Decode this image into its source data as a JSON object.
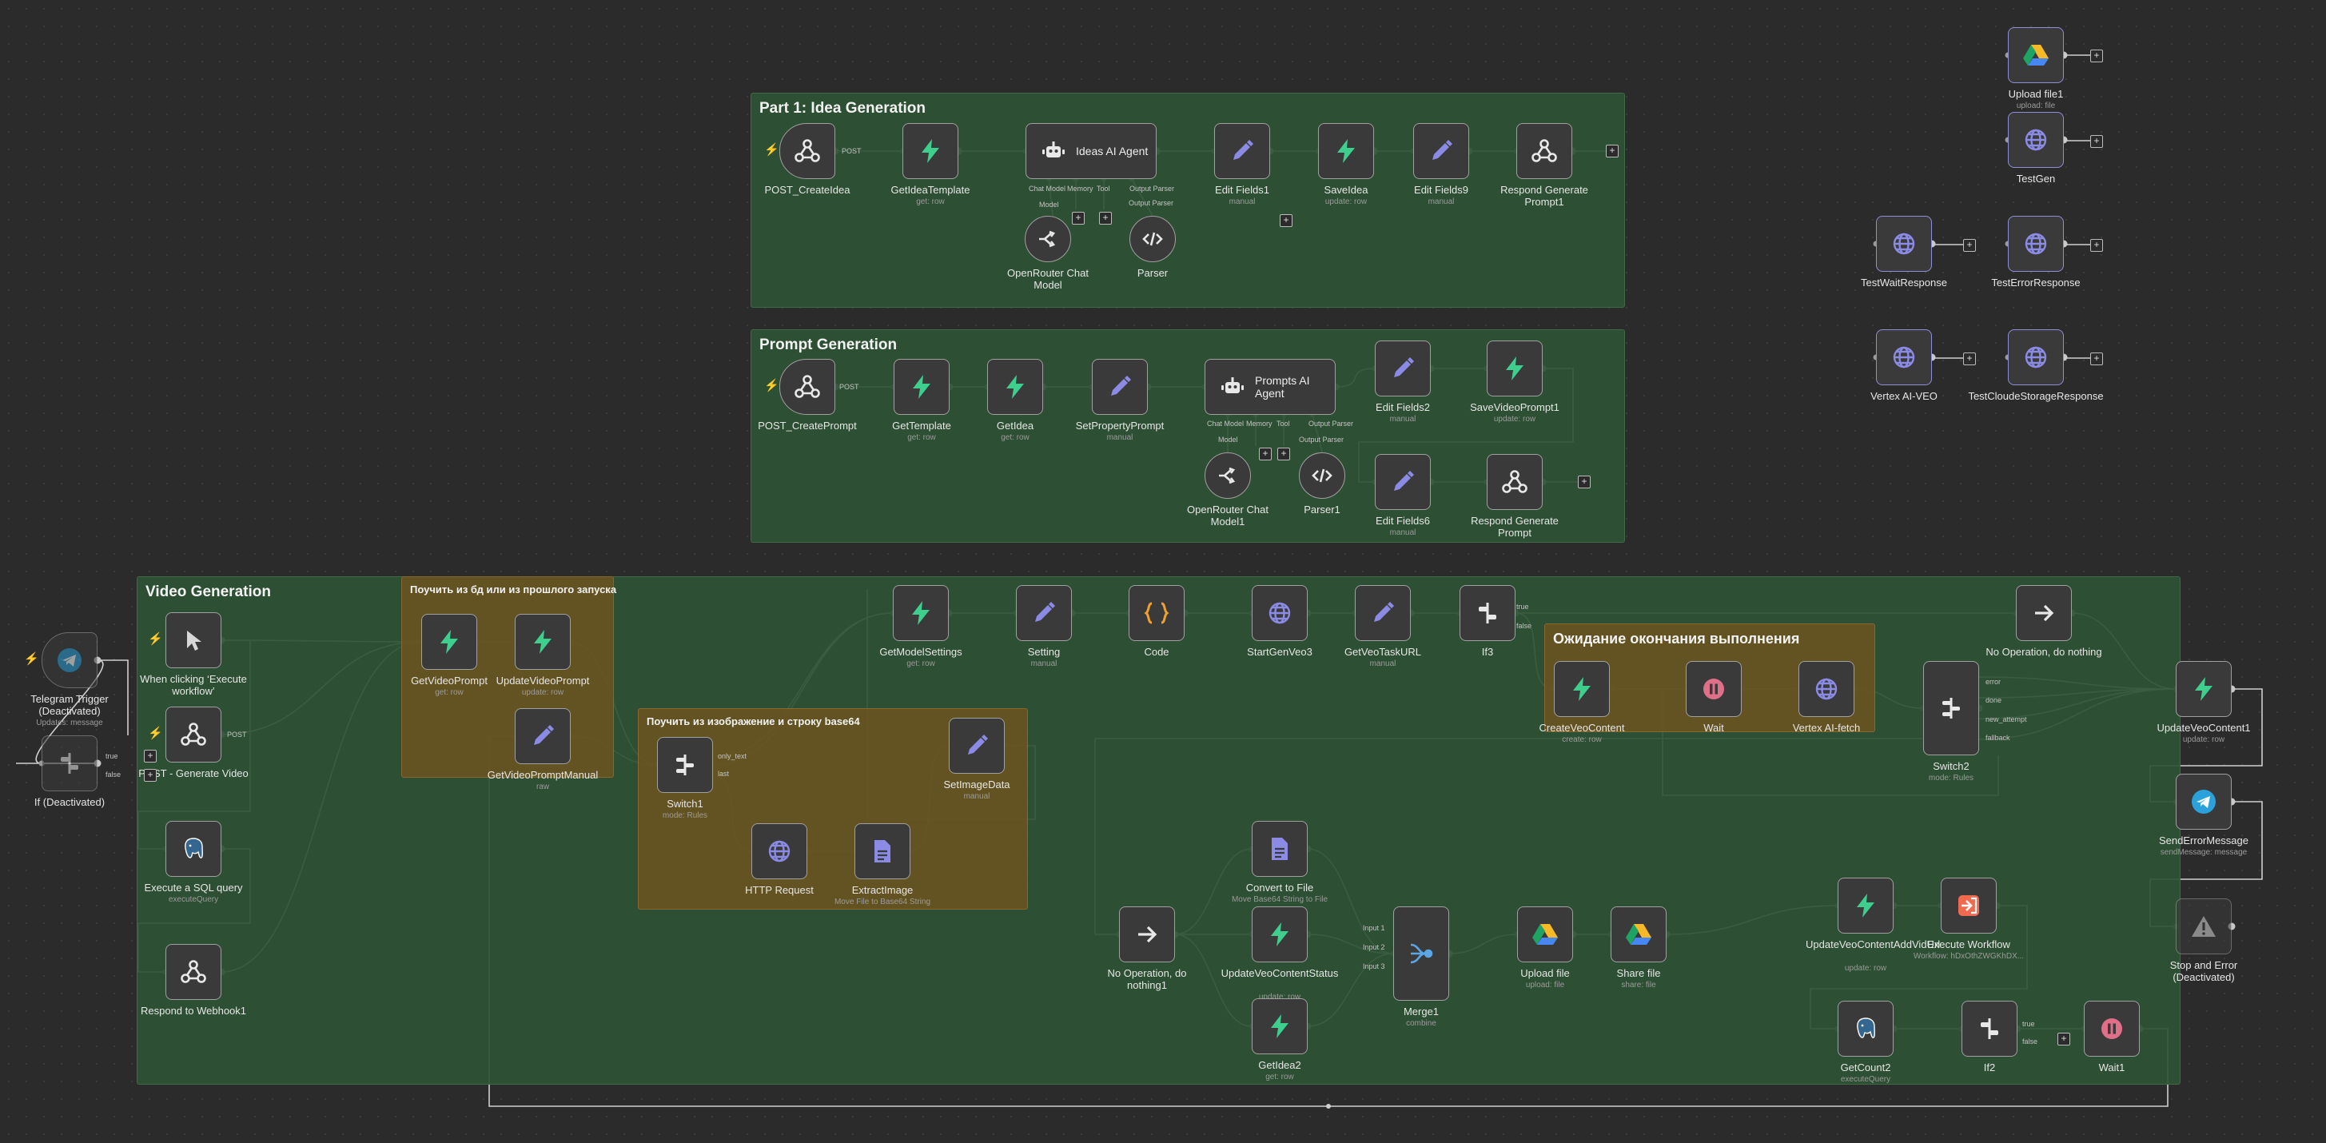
{
  "groups": [
    {
      "id": "g1",
      "title": "Part 1: Idea Generation"
    },
    {
      "id": "g2",
      "title": "Prompt Generation"
    },
    {
      "id": "g3",
      "title": "Video Generation"
    },
    {
      "id": "g4",
      "title": "Поучить из бд или из прошлого запуска"
    },
    {
      "id": "g5",
      "title": "Поучить из изображение и строку base64"
    },
    {
      "id": "g6",
      "title": "Ожидание окончания выполнения"
    }
  ],
  "nodes": [
    {
      "id": "n1",
      "label": "POST_CreateIdea",
      "sub": "",
      "icon": "webhook"
    },
    {
      "id": "n2",
      "label": "GetIdeaTemplate",
      "sub": "get: row",
      "icon": "supabase"
    },
    {
      "id": "n3",
      "label": "Ideas AI Agent",
      "sub": "",
      "icon": "robot"
    },
    {
      "id": "n4",
      "label": "Edit Fields1",
      "sub": "manual",
      "icon": "pencil"
    },
    {
      "id": "n5",
      "label": "SaveIdea",
      "sub": "update: row",
      "icon": "supabase"
    },
    {
      "id": "n6",
      "label": "Edit Fields9",
      "sub": "manual",
      "icon": "pencil"
    },
    {
      "id": "n7",
      "label": "Respond Generate Prompt1",
      "sub": "",
      "icon": "webhook"
    },
    {
      "id": "n8",
      "label": "OpenRouter Chat Model",
      "sub": "",
      "icon": "openrouter"
    },
    {
      "id": "n9",
      "label": "Parser",
      "sub": "",
      "icon": "code-tag"
    },
    {
      "id": "n10",
      "label": "POST_CreatePrompt",
      "sub": "",
      "icon": "webhook"
    },
    {
      "id": "n11",
      "label": "GetTemplate",
      "sub": "get: row",
      "icon": "supabase"
    },
    {
      "id": "n12",
      "label": "GetIdea",
      "sub": "get: row",
      "icon": "supabase"
    },
    {
      "id": "n13",
      "label": "SetPropertyPrompt",
      "sub": "manual",
      "icon": "pencil"
    },
    {
      "id": "n14",
      "label": "Prompts AI Agent",
      "sub": "",
      "icon": "robot"
    },
    {
      "id": "n15",
      "label": "Edit Fields2",
      "sub": "manual",
      "icon": "pencil"
    },
    {
      "id": "n16",
      "label": "SaveVideoPrompt1",
      "sub": "update: row",
      "icon": "supabase"
    },
    {
      "id": "n17",
      "label": "OpenRouter Chat Model1",
      "sub": "",
      "icon": "openrouter"
    },
    {
      "id": "n18",
      "label": "Parser1",
      "sub": "",
      "icon": "code-tag"
    },
    {
      "id": "n19",
      "label": "Edit Fields6",
      "sub": "manual",
      "icon": "pencil"
    },
    {
      "id": "n20",
      "label": "Respond Generate Prompt",
      "sub": "",
      "icon": "webhook"
    },
    {
      "id": "n21",
      "label": "Upload file1",
      "sub": "upload: file",
      "icon": "gdrive"
    },
    {
      "id": "n22",
      "label": "TestGen",
      "sub": "",
      "icon": "globe"
    },
    {
      "id": "n23",
      "label": "TestWaitResponse",
      "sub": "",
      "icon": "globe"
    },
    {
      "id": "n24",
      "label": "TestErrorResponse",
      "sub": "",
      "icon": "globe"
    },
    {
      "id": "n25",
      "label": "Vertex AI-VEO",
      "sub": "",
      "icon": "globe"
    },
    {
      "id": "n26",
      "label": "TestCloudeStorageResponse",
      "sub": "",
      "icon": "globe"
    },
    {
      "id": "n27",
      "label": "Telegram Trigger (Deactivated)",
      "sub": "Updates: message",
      "icon": "telegram"
    },
    {
      "id": "n28",
      "label": "If (Deactivated)",
      "sub": "",
      "icon": "if"
    },
    {
      "id": "n29",
      "label": "When clicking ‘Execute workflow’",
      "sub": "",
      "icon": "cursor"
    },
    {
      "id": "n30",
      "label": "POST - Generate Video",
      "sub": "",
      "icon": "webhook"
    },
    {
      "id": "n31",
      "label": "Execute a SQL query",
      "sub": "executeQuery",
      "icon": "postgres"
    },
    {
      "id": "n32",
      "label": "Respond to Webhook1",
      "sub": "",
      "icon": "webhook"
    },
    {
      "id": "n33",
      "label": "GetVideoPrompt",
      "sub": "get: row",
      "icon": "supabase"
    },
    {
      "id": "n34",
      "label": "UpdateVideoPrompt",
      "sub": "update: row",
      "icon": "supabase"
    },
    {
      "id": "n35",
      "label": "GetVideoPromptManual",
      "sub": "raw",
      "icon": "pencil"
    },
    {
      "id": "n36",
      "label": "Switch1",
      "sub": "mode: Rules",
      "icon": "switch"
    },
    {
      "id": "n37",
      "label": "HTTP Request",
      "sub": "",
      "icon": "globe"
    },
    {
      "id": "n38",
      "label": "ExtractImage",
      "sub": "Move File to Base64 String",
      "icon": "file"
    },
    {
      "id": "n39",
      "label": "SetImageData",
      "sub": "manual",
      "icon": "pencil"
    },
    {
      "id": "n40",
      "label": "GetModelSettings",
      "sub": "get: row",
      "icon": "supabase"
    },
    {
      "id": "n41",
      "label": "Setting",
      "sub": "manual",
      "icon": "pencil"
    },
    {
      "id": "n42",
      "label": "Code",
      "sub": "",
      "icon": "code"
    },
    {
      "id": "n43",
      "label": "StartGenVeo3",
      "sub": "",
      "icon": "globe"
    },
    {
      "id": "n44",
      "label": "GetVeoTaskURL",
      "sub": "manual",
      "icon": "pencil"
    },
    {
      "id": "n45",
      "label": "If3",
      "sub": "",
      "icon": "if"
    },
    {
      "id": "n46",
      "label": "No Operation, do nothing",
      "sub": "",
      "icon": "arrow"
    },
    {
      "id": "n47",
      "label": "CreateVeoContent",
      "sub": "create: row",
      "icon": "supabase"
    },
    {
      "id": "n48",
      "label": "Wait",
      "sub": "",
      "icon": "pause"
    },
    {
      "id": "n49",
      "label": "Vertex AI-fetch",
      "sub": "",
      "icon": "globe"
    },
    {
      "id": "n50",
      "label": "Switch2",
      "sub": "mode: Rules",
      "icon": "switch"
    },
    {
      "id": "n51",
      "label": "UpdateVeoContent1",
      "sub": "update: row",
      "icon": "supabase"
    },
    {
      "id": "n52",
      "label": "SendErrorMessage",
      "sub": "sendMessage: message",
      "icon": "telegram"
    },
    {
      "id": "n53",
      "label": "Stop and Error (Deactivated)",
      "sub": "",
      "icon": "warning"
    },
    {
      "id": "n54",
      "label": "No Operation, do nothing1",
      "sub": "",
      "icon": "arrow"
    },
    {
      "id": "n55",
      "label": "Convert to File",
      "sub": "Move Base64 String to File",
      "icon": "file"
    },
    {
      "id": "n56",
      "label": "UpdateVeoContentStatus",
      "sub": "update: row",
      "icon": "supabase"
    },
    {
      "id": "n57",
      "label": "GetIdea2",
      "sub": "get: row",
      "icon": "supabase"
    },
    {
      "id": "n58",
      "label": "Merge1",
      "sub": "combine",
      "icon": "merge"
    },
    {
      "id": "n59",
      "label": "Upload file",
      "sub": "upload: file",
      "icon": "gdrive"
    },
    {
      "id": "n60",
      "label": "Share file",
      "sub": "share: file",
      "icon": "gdrive"
    },
    {
      "id": "n61",
      "label": "UpdateVeoContentAddVidUrl",
      "sub": "update: row",
      "icon": "supabase"
    },
    {
      "id": "n62",
      "label": "Execute Workflow",
      "sub": "Workflow: hDxOthZWGKhDX...",
      "icon": "exec"
    },
    {
      "id": "n63",
      "label": "GetCount2",
      "sub": "executeQuery",
      "icon": "postgres"
    },
    {
      "id": "n64",
      "label": "If2",
      "sub": "",
      "icon": "if"
    },
    {
      "id": "n65",
      "label": "Wait1",
      "sub": "",
      "icon": "pause"
    }
  ],
  "port_labels": {
    "post": "POST",
    "chat_model": "Chat Model",
    "model": "Model",
    "memory": "Memory",
    "tool": "Tool",
    "output_parser": "Output Parser",
    "true": "true",
    "false": "false",
    "only_text": "only_text",
    "last": "last",
    "error": "error",
    "done": "done",
    "new_attempt": "new_attempt",
    "fallback": "fallback",
    "input1": "Input 1",
    "input2": "Input 2",
    "input3": "Input 3"
  },
  "colors": {
    "canvas": "#2b2b2b",
    "group_green": "#2e5234",
    "group_brown": "#6e5420",
    "supabase": "#3ecf8e",
    "pencil": "#8b8be6",
    "globe": "#8b8be6",
    "code": "#f0a030",
    "wait": "#e0708a",
    "exec": "#f06a50",
    "telegram": "#2aa1da",
    "trigger_bolt": "#e0703a"
  }
}
